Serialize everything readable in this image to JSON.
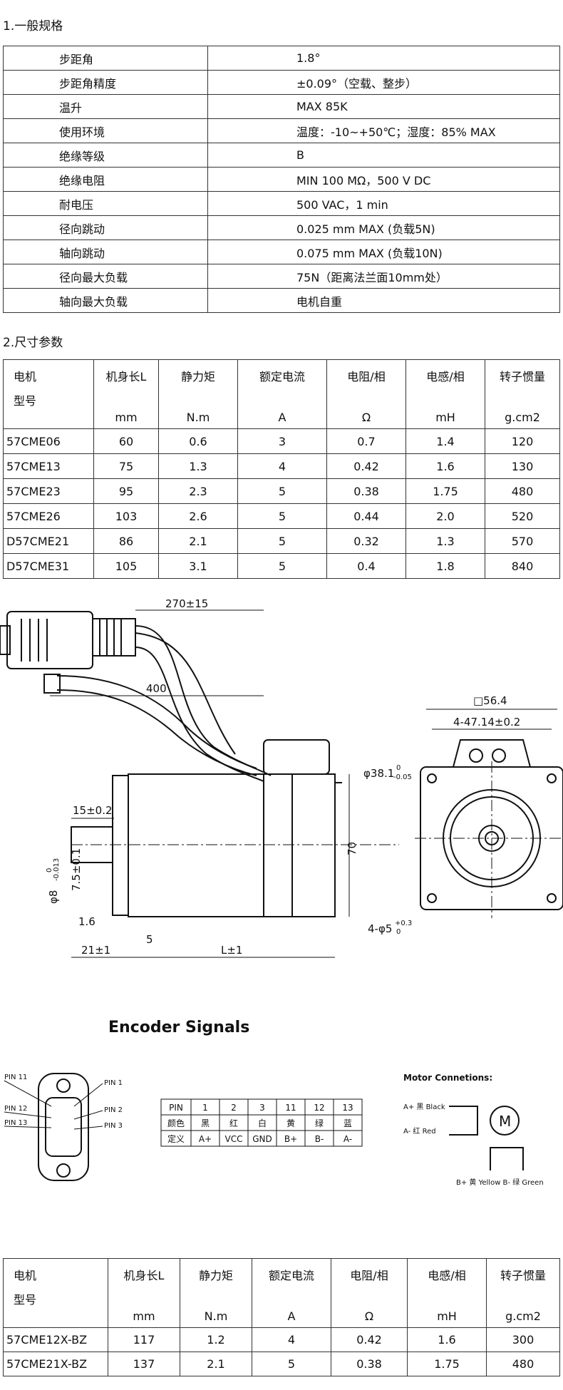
{
  "section1": {
    "title": "1.一般规格",
    "rows": [
      {
        "k": "步距角",
        "v": "1.8°"
      },
      {
        "k": "步距角精度",
        "v": "±0.09°（空载、整步）"
      },
      {
        "k": "温升",
        "v": "MAX 85K"
      },
      {
        "k": "使用环境",
        "v": "温度：-10~+50℃；湿度：85% MAX"
      },
      {
        "k": "绝缘等级",
        "v": "B"
      },
      {
        "k": "绝缘电阻",
        "v": "MIN 100 MΩ，500 V DC"
      },
      {
        "k": "耐电压",
        "v": "500 VAC，1 min"
      },
      {
        "k": "径向跳动",
        "v": "0.025 mm MAX (负载5N)"
      },
      {
        "k": "轴向跳动",
        "v": "0.075 mm MAX (负载10N)"
      },
      {
        "k": "径向最大负载",
        "v": "75N（距离法兰面10mm处）"
      },
      {
        "k": "轴向最大负载",
        "v": "电机自重"
      }
    ]
  },
  "section2": {
    "title": "2.尺寸参数",
    "header": {
      "model_top": "电机",
      "model_mid": "型号",
      "cols": [
        {
          "top": "机身长L",
          "unit": "mm"
        },
        {
          "top": "静力矩",
          "unit": "N.m"
        },
        {
          "top": "额定电流",
          "unit": "A"
        },
        {
          "top": "电阻/相",
          "unit": "Ω"
        },
        {
          "top": "电感/相",
          "unit": "mH"
        },
        {
          "top": "转子惯量",
          "unit": "g.cm2"
        }
      ]
    },
    "rows": [
      [
        "57CME06",
        "60",
        "0.6",
        "3",
        "0.7",
        "1.4",
        "120"
      ],
      [
        "57CME13",
        "75",
        "1.3",
        "4",
        "0.42",
        "1.6",
        "130"
      ],
      [
        "57CME23",
        "95",
        "2.3",
        "5",
        "0.38",
        "1.75",
        "480"
      ],
      [
        "57CME26",
        "103",
        "2.6",
        "5",
        "0.44",
        "2.0",
        "520"
      ],
      [
        "D57CME21",
        "86",
        "2.1",
        "5",
        "0.32",
        "1.3",
        "570"
      ],
      [
        "D57CME31",
        "105",
        "3.1",
        "5",
        "0.4",
        "1.8",
        "840"
      ]
    ]
  },
  "drawing": {
    "cable_len": "270±15",
    "lead_len": "400",
    "shaft_len": "15±0.2",
    "body_h": "70",
    "boss": "7.5±0.1",
    "flange_t": "1.6",
    "gap": "5",
    "shaft_total": "21±1",
    "body_len": "L±1",
    "shaft_dia": "φ8",
    "shaft_tol_top": "0",
    "shaft_tol_bot": "-0.013",
    "square": "□56.4",
    "hole_pitch": "4-47.14±0.2",
    "boss_dia": "φ38.1",
    "boss_tol_top": "0",
    "boss_tol_bot": "-0.05",
    "holes": "4-φ5",
    "holes_tol_top": "+0.3",
    "holes_tol_bot": "0"
  },
  "encoder": {
    "title": "Encoder Signals",
    "pins_left": [
      "PIN 11",
      "PIN 12",
      "PIN 13"
    ],
    "pins_right": [
      "PIN 1",
      "PIN 2",
      "PIN 3"
    ],
    "table": [
      [
        "PIN",
        "1",
        "2",
        "3",
        "11",
        "12",
        "13"
      ],
      [
        "颜色",
        "黑",
        "红",
        "白",
        "黄",
        "绿",
        "蓝"
      ],
      [
        "定义",
        "A+",
        "VCC",
        "GND",
        "B+",
        "B-",
        "A-"
      ]
    ],
    "motor_title": "Motor Connetions:",
    "a_plus": "A+ 黑 Black",
    "a_minus": "A- 红 Red",
    "motor_letter": "M",
    "b_labels": "B+ 黄 Yellow   B- 绿 Green"
  },
  "section3": {
    "rows": [
      [
        "57CME12X-BZ",
        "117",
        "1.2",
        "4",
        "0.42",
        "1.6",
        "300"
      ],
      [
        "57CME21X-BZ",
        "137",
        "2.1",
        "5",
        "0.38",
        "1.75",
        "480"
      ]
    ]
  }
}
